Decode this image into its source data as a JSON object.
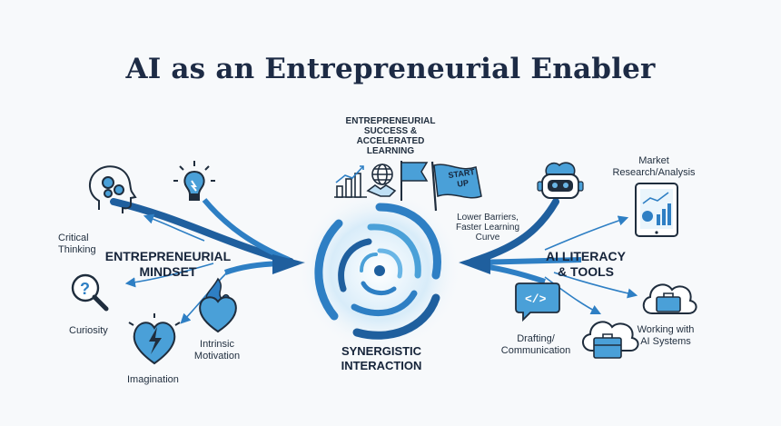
{
  "title": "AI as an Entrepreneurial Enabler",
  "center": {
    "top_label": [
      "ENTREPRENEURIAL",
      "SUCCESS &",
      "ACCELERATED",
      "LEARNING"
    ],
    "flag_text": [
      "START",
      "UP"
    ],
    "barrier_label": [
      "Lower Barriers,",
      "Faster Learning",
      "Curve"
    ],
    "bottom_label": [
      "SYNERGISTIC",
      "INTERACTION"
    ]
  },
  "left": {
    "heading": [
      "ENTREPRENEURIAL",
      "MINDSET"
    ],
    "critical_thinking": [
      "Critical",
      "Thinking"
    ],
    "curiosity": "Curiosity",
    "imagination": "Imagination",
    "intrinsic_motivation": [
      "Intrinsic",
      "Motivation"
    ]
  },
  "right": {
    "heading": [
      "AI LITERACY",
      "& TOOLS"
    ],
    "market_research": [
      "Market",
      "Research/Analysis"
    ],
    "working_with_ai": [
      "Working with",
      "AI Systems"
    ],
    "drafting": [
      "Drafting/",
      "Communication"
    ]
  },
  "colors": {
    "primary": "#2e7fc4",
    "dark": "#1f4f86",
    "light": "#bfe0f5",
    "ink": "#1f2d3d"
  },
  "icons": [
    "head-gears-icon",
    "lightbulb-icon",
    "magnifier-question-icon",
    "heart-bolt-icon",
    "heart-flame-icon",
    "bar-chart-icon",
    "globe-handshake-icon",
    "flag-icon",
    "startup-flag-icon",
    "robot-brain-icon",
    "tablet-chart-icon",
    "cloud-briefcase-icon",
    "code-bubble-icon",
    "cloud-box-icon",
    "swirl-icon"
  ]
}
